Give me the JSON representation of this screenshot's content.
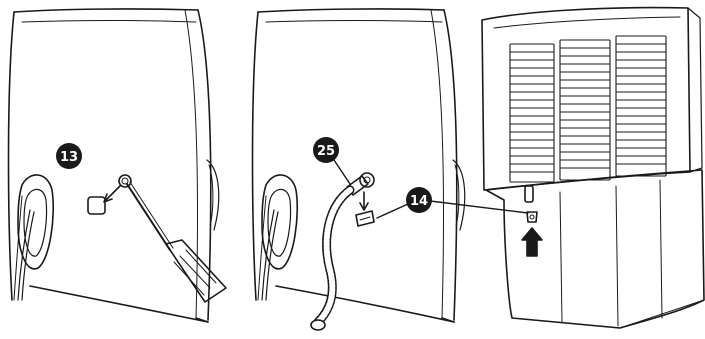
{
  "callouts": {
    "c13": {
      "label": "13"
    },
    "c25": {
      "label": "25"
    },
    "c14": {
      "label": "14"
    }
  },
  "colors": {
    "line": "#1a1a1a",
    "callout_fill": "#1a1a1a",
    "callout_text": "#ffffff",
    "background": "#ffffff"
  },
  "icons": [
    "screwdriver-icon",
    "drain-hose-icon",
    "drain-plug-icon",
    "up-arrow-icon",
    "down-arrow-icon",
    "left-arrow-icon"
  ]
}
